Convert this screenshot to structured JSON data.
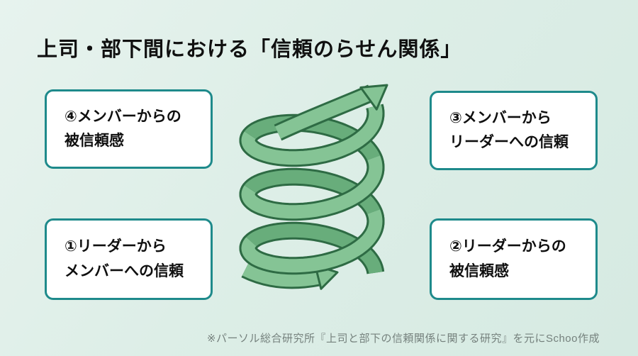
{
  "title": "上司・部下間における「信頼のらせん関係」",
  "boxes": {
    "top_left": {
      "line1": "④メンバーからの",
      "line2": "被信頼感"
    },
    "top_right": {
      "line1": "③メンバーから",
      "line2": "リーダーへの信頼"
    },
    "bottom_left": {
      "line1": "①リーダーから",
      "line2": "メンバーへの信頼"
    },
    "bottom_right": {
      "line1": "②リーダーからの",
      "line2": "被信頼感"
    }
  },
  "spiral": {
    "description": "upward spiral arrow, entering bottom-left, exiting top-right"
  },
  "footnote": "※パーソル総合研究所『上司と部下の信頼関係に関する研究』を元にSchoo作成",
  "colors": {
    "background_light": "#e7f3ee",
    "background_dark": "#d6eae2",
    "box_border": "#1e8a8b",
    "box_background": "#ffffff",
    "title_text": "#101010",
    "footnote_text": "#75817d",
    "spiral_front": "#85c495",
    "spiral_back": "#68ad7b",
    "spiral_outline": "#2e6b44"
  }
}
